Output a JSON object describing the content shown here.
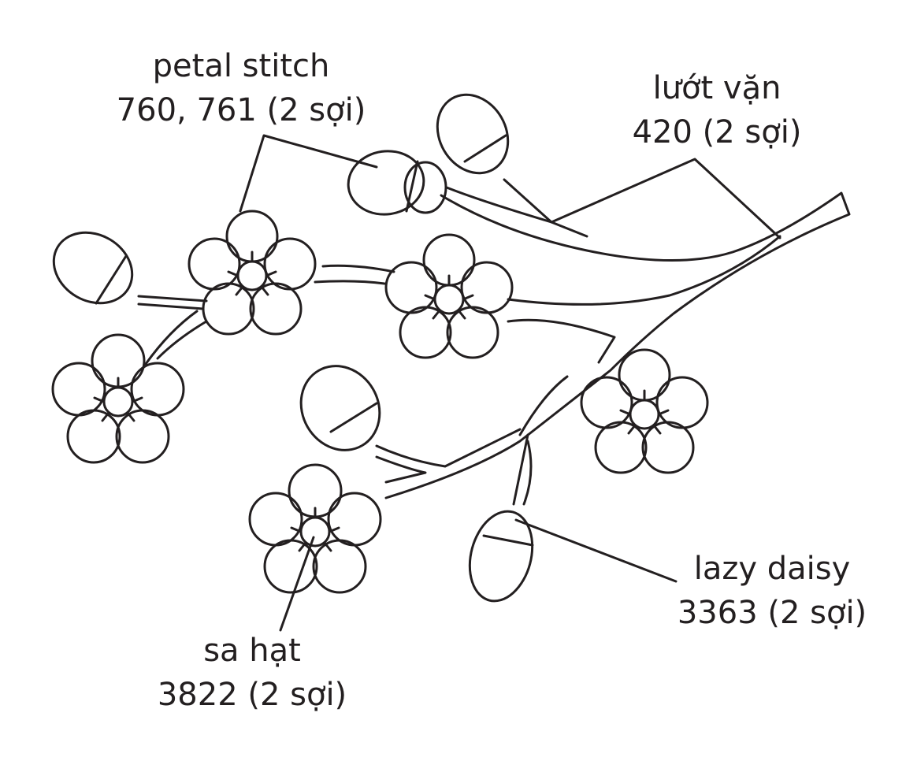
{
  "labels": {
    "petal_stitch": {
      "name": "petal stitch",
      "detail": "760, 761 (2 sợi)"
    },
    "luot_van": {
      "name": "lướt vặn",
      "detail": "420 (2 sợi)"
    },
    "lazy_daisy": {
      "name": "lazy daisy",
      "detail": "3363 (2 sợi)"
    },
    "sa_hat": {
      "name": "sa hạt",
      "detail": "3822 (2 sợi)"
    }
  },
  "colors": {
    "ink": "#231f20",
    "paper": "#ffffff"
  }
}
